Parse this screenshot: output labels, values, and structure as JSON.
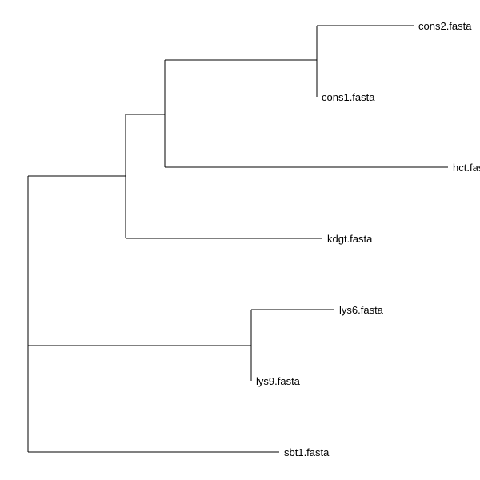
{
  "tree": {
    "tips": [
      {
        "id": "cons2",
        "label": "cons2.fasta"
      },
      {
        "id": "cons1",
        "label": "cons1.fasta"
      },
      {
        "id": "hct",
        "label": "hct.fasta"
      },
      {
        "id": "kdgt",
        "label": "kdgt.fasta"
      },
      {
        "id": "lys6",
        "label": "lys6.fasta"
      },
      {
        "id": "lys9",
        "label": "lys9.fasta"
      },
      {
        "id": "sbt1",
        "label": "sbt1.fasta"
      }
    ]
  }
}
